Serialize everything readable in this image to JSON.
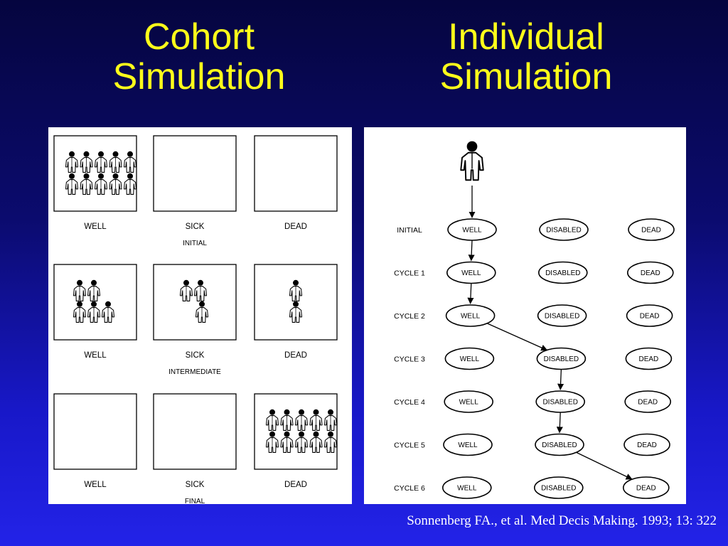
{
  "titles": {
    "cohort": [
      "Cohort",
      "Simulation"
    ],
    "individual": [
      "Individual",
      "Simulation"
    ]
  },
  "cohort": {
    "state_labels": [
      "WELL",
      "SICK",
      "DEAD"
    ],
    "phases": [
      {
        "label": "INITIAL",
        "counts": [
          10,
          0,
          0
        ]
      },
      {
        "label": "INTERMEDIATE",
        "counts": [
          5,
          3,
          2
        ]
      },
      {
        "label": "FINAL",
        "counts": [
          0,
          0,
          10
        ]
      }
    ]
  },
  "individual": {
    "state_labels": [
      "WELL",
      "DISABLED",
      "DEAD"
    ],
    "cycles": [
      "INITIAL",
      "CYCLE 1",
      "CYCLE 2",
      "CYCLE 3",
      "CYCLE 4",
      "CYCLE 5",
      "CYCLE 6"
    ],
    "path": [
      "WELL",
      "WELL",
      "WELL",
      "DISABLED",
      "DISABLED",
      "DISABLED",
      "DEAD"
    ]
  },
  "citation": "Sonnenberg FA., et al. Med Decis Making. 1993; 13: 322"
}
